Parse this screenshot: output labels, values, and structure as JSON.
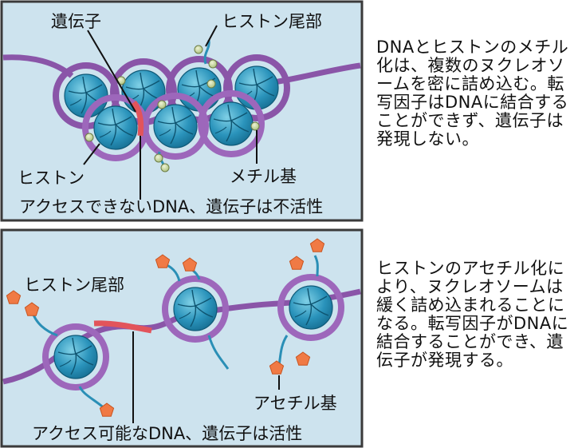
{
  "top_panel": {
    "labels": {
      "gene": "遺伝子",
      "histone_tail": "ヒストン尾部",
      "histone": "ヒストン",
      "methyl_group": "メチル基",
      "caption": "アクセスできないDNA、遺伝子は不活性"
    },
    "description": "DNAとヒストンのメチル化は、複数のヌクレオソームを密に詰め込む。転写因子はDNAに結合することができず、遺伝子は発現しない。"
  },
  "bottom_panel": {
    "labels": {
      "histone_tail": "ヒストン尾部",
      "acetyl_group": "アセチル基",
      "caption": "アクセス可能なDNA、遺伝子は活性"
    },
    "description": "ヒストンのアセチル化により、ヌクレオソームは緩く詰め込まれることになる。転写因子がDNAに結合することができ、遺伝子が発現する。"
  },
  "colors": {
    "panel_bg": "#cde3ee",
    "panel_border": "#3a3a3a",
    "dna": "#8a55a8",
    "dna_dark": "#5e3479",
    "gene_segment": "#e2545b",
    "histone": "#2a8fb6",
    "histone_light": "#6cc3dd",
    "methyl": "#c8d8a0",
    "acetyl": "#f07a45"
  }
}
